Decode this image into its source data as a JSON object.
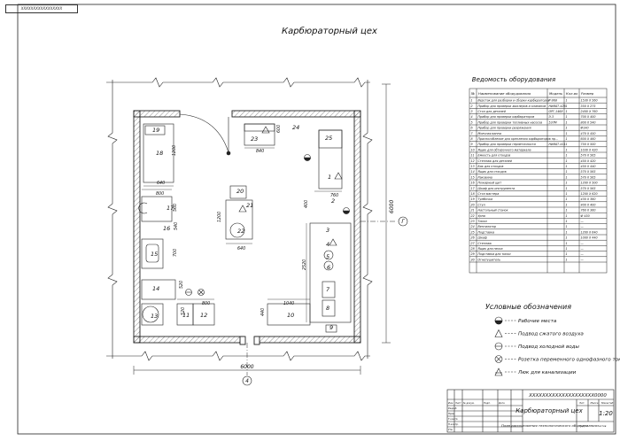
{
  "corner_stamp": "XXXXXXXXXXXXXXXXX",
  "title": "Карбюраторный цех",
  "spec": {
    "title": "Ведомость оборудования",
    "headers": [
      "№",
      "Наименование оборудования",
      "Модель",
      "Кол-во",
      "Размер"
    ],
    "rows": [
      [
        "1",
        "Верстак для разборки и сборки карбюраторов",
        "Р-968",
        "1",
        "1530 Х 560"
      ],
      [
        "2",
        "Прибор для проверки жиклеров и клапанов",
        "НИИАТ-426",
        "1",
        "350 Х 275"
      ],
      [
        "3",
        "Стол для деталей",
        "ОРГ-1468",
        "1",
        "2400 Х 760"
      ],
      [
        "4",
        "Прибор для проверки карбюраторов",
        "Э-3",
        "1",
        "700 Х 400"
      ],
      [
        "5",
        "Прибор для проверки топливных насосов",
        "537М",
        "1",
        "800 Х 540"
      ],
      [
        "6",
        "Прибор для проверки разряжения",
        "",
        "1",
        "Ф140"
      ],
      [
        "7",
        "Моечная ванна",
        "",
        "1",
        "470 Х 450"
      ],
      [
        "8",
        "Приспособление для крепления карбюраторов при разборке, сборке",
        "",
        "1",
        "600 Х 460"
      ],
      [
        "9",
        "Прибор для проверки герметичности",
        "НИИАТ-411",
        "1",
        "750 Х 500"
      ],
      [
        "10",
        "Ящик для обтирочного материала",
        "",
        "1",
        "1030 Х 420"
      ],
      [
        "11",
        "Емкость для отходов",
        "",
        "1",
        "570 Х 565"
      ],
      [
        "12",
        "Стеллаж для деталей",
        "",
        "1",
        "450 Х 420"
      ],
      [
        "13",
        "Бак для отходов",
        "",
        "1",
        "450 Х 440"
      ],
      [
        "14",
        "Ящик для отходов",
        "",
        "1",
        "570 Х 565"
      ],
      [
        "15",
        "Раковина",
        "",
        "1",
        "570 Х 565"
      ],
      [
        "16",
        "Пожарный щит",
        "",
        "1",
        "1200 Х 500"
      ],
      [
        "17",
        "Шкаф для инструмента",
        "",
        "1",
        "570 Х 565"
      ],
      [
        "18",
        "Стол мастера",
        "",
        "1",
        "1200 Х 620"
      ],
      [
        "19",
        "Тумбочка",
        "",
        "1",
        "430 Х 360"
      ],
      [
        "20",
        "Стул",
        "",
        "1",
        "400 Х 400"
      ],
      [
        "21",
        "Настольный станок",
        "",
        "1",
        "760 Х 360"
      ],
      [
        "22",
        "Урна",
        "",
        "1",
        "Ф 450"
      ],
      [
        "23",
        "Тиски",
        "",
        "1",
        "—"
      ],
      [
        "24",
        "Вентилятор",
        "",
        "1",
        "—"
      ],
      [
        "25",
        "Подставка",
        "",
        "1",
        "1200 Х 640"
      ],
      [
        "26",
        "Шкаф",
        "",
        "1",
        "1000 Х 440"
      ],
      [
        "27",
        "Стеллаж",
        "",
        "1",
        "—"
      ],
      [
        "28",
        "Ящик для песка",
        "",
        "1",
        "—"
      ],
      [
        "29",
        "Подставка для тиски",
        "",
        "1",
        "—"
      ],
      [
        "30",
        "Огнетушитель",
        "",
        "1",
        "—"
      ]
    ]
  },
  "legend": {
    "title": "Условные обозначения",
    "items": [
      {
        "icon": "half-circle",
        "label": "Рабочие места"
      },
      {
        "icon": "triangle",
        "label": "Подвод сжатого воздуха"
      },
      {
        "icon": "circle-line",
        "label": "Подвод холодной воды"
      },
      {
        "icon": "circle-cross",
        "label": "Розетка переменного однофазного тока"
      },
      {
        "icon": "triangle-line",
        "label": "Люк для канализации"
      }
    ]
  },
  "plan": {
    "dim_bottom": "6000",
    "dim_right": "6000",
    "axis_bottom": "4",
    "axis_right": "Г",
    "dims": [
      "1200",
      "640",
      "800",
      "560",
      "700",
      "520",
      "800",
      "520",
      "540",
      "440",
      "1040",
      "1200",
      "640",
      "400",
      "2520",
      "760",
      "840",
      "600"
    ],
    "equipment": [
      "19",
      "18",
      "17",
      "16",
      "15",
      "14",
      "13",
      "11",
      "12",
      "10",
      "20",
      "21",
      "22",
      "23",
      "24",
      "25",
      "1",
      "2",
      "3",
      "4",
      "5",
      "6",
      "7",
      "8",
      "9"
    ]
  },
  "stamp": {
    "code": "XXXXXXXXXXXXXXXXXXXX0000",
    "title": "Карбюраторный цех",
    "subtitle": "План расположения технологического оборудования",
    "scale": "1:20",
    "col_labels": [
      "Лит.",
      "Масса",
      "Масштаб"
    ],
    "rows": [
      "Изм.",
      "Лист",
      "№ докум.",
      "Подп.",
      "Дата"
    ],
    "role_labels": [
      "Разраб.",
      "Пров.",
      "Т.контр.",
      "Н.контр.",
      "Утв."
    ],
    "sheet_label": "Лист",
    "sheets_label": "Листов",
    "sheet_num": "1"
  }
}
